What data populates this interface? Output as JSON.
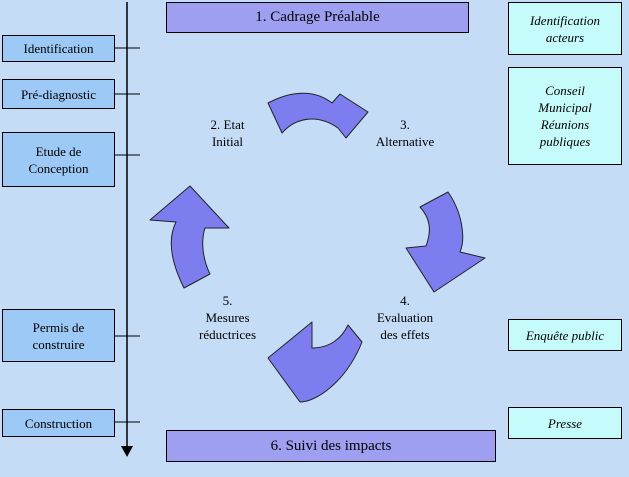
{
  "left_stages": [
    {
      "label": "Identification"
    },
    {
      "label": "Pré-diagnostic"
    },
    {
      "label": "Etude de\nConception"
    },
    {
      "label": "Permis de\nconstruire"
    },
    {
      "label": "Construction"
    }
  ],
  "right_notes": [
    {
      "label": "Identification\nacteurs"
    },
    {
      "label": "Conseil\nMunicipal\nRéunions\npubliques"
    },
    {
      "label": "Enquête public"
    },
    {
      "label": "Presse"
    }
  ],
  "phases": {
    "top": "1. Cadrage Préalable",
    "bottom": "6. Suivi des impacts"
  },
  "steps": [
    {
      "label": "2. Etat\nInitial"
    },
    {
      "label": "3.\nAlternative"
    },
    {
      "label": "4.\nEvaluation\ndes effets"
    },
    {
      "label": "5.\nMesures\nréductrices"
    }
  ],
  "colors": {
    "background": "#c5dcf6",
    "arrow_fill": "#7d7df0",
    "phase_fill": "#9f9ff1",
    "left_fill": "#9cc9f5",
    "right_fill": "#c6fbfb"
  }
}
